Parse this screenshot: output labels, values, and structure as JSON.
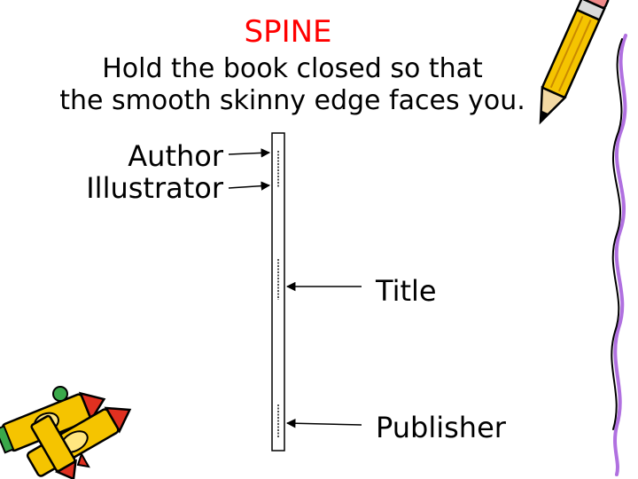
{
  "slide": {
    "title": "SPINE",
    "subtitle_line1": "Hold the book closed so that",
    "subtitle_line2": "the smooth skinny edge faces you."
  },
  "labels": {
    "author": "Author",
    "illustrator": "Illustrator",
    "title": "Title",
    "publisher": "Publisher"
  },
  "icons": {
    "top_right": "pencil-clipart-icon",
    "bottom_left": "crayons-clipart-icon"
  },
  "colors": {
    "title": "#ff0000",
    "text": "#000000",
    "spine_fill": "#ffffff",
    "pencil_body": "#f5c400",
    "crayon_body": "#f5c400",
    "accent_red": "#e03020",
    "accent_green": "#3aa84a"
  }
}
